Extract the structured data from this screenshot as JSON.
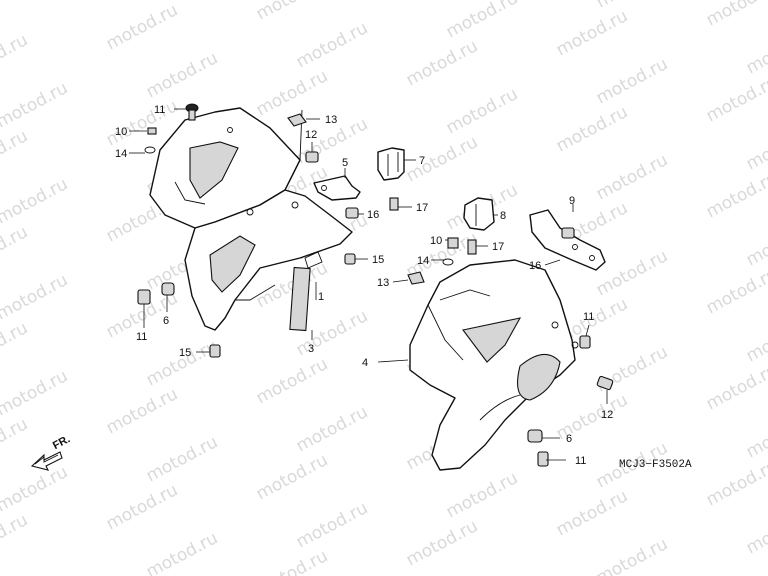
{
  "watermark": "motod.ru",
  "diagram_code": "MCJ3−F3502A",
  "front_arrow_label": "FR.",
  "callouts": {
    "l1": "1",
    "l3": "3",
    "l4": "4",
    "l5": "5",
    "l6a": "6",
    "l6b": "6",
    "l7": "7",
    "l8": "8",
    "l9": "9",
    "l10a": "10",
    "l10b": "10",
    "l11a": "11",
    "l11b": "11",
    "l11c": "11",
    "l11d": "11",
    "l12a": "12",
    "l12b": "12",
    "l13a": "13",
    "l13b": "13",
    "l14a": "14",
    "l14b": "14",
    "l15a": "15",
    "l15b": "15",
    "l16a": "16",
    "l16b": "16",
    "l17a": "17",
    "l17b": "17"
  }
}
